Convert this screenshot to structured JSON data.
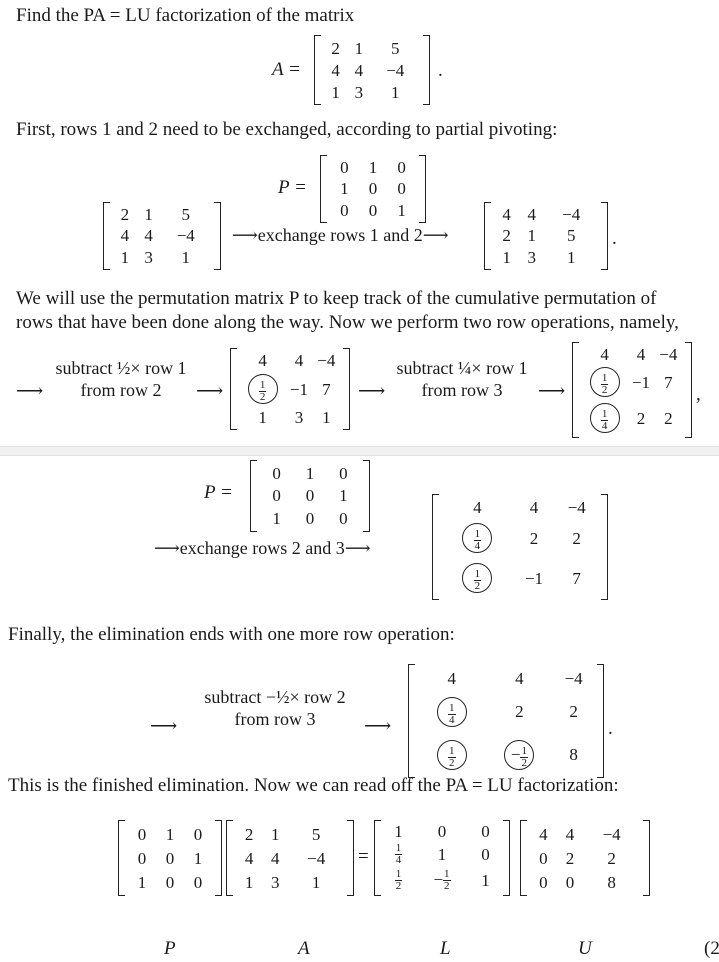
{
  "intro": "Find the PA = LU factorization of the matrix",
  "matA_label": "A =",
  "matA": [
    [
      "2",
      "1",
      "5"
    ],
    [
      "4",
      "4",
      "−4"
    ],
    [
      "1",
      "3",
      "1"
    ]
  ],
  "period": ".",
  "step1_text": "First, rows 1 and 2 need to be exchanged, according to partial pivoting:",
  "p_label": "P =",
  "P1": [
    [
      "0",
      "1",
      "0"
    ],
    [
      "1",
      "0",
      "0"
    ],
    [
      "0",
      "0",
      "1"
    ]
  ],
  "exchange12": "⟶exchange rows 1 and 2⟶",
  "A_swapped": [
    [
      "4",
      "4",
      "−4"
    ],
    [
      "2",
      "1",
      "5"
    ],
    [
      "1",
      "3",
      "1"
    ]
  ],
  "para2_line1": "We will use the permutation matrix P to keep track of the cumulative permutation of",
  "para2_line2": "rows that have been done along the way. Now we perform two row operations, namely,",
  "arrow": "⟶",
  "op1_line1": "subtract ½× row 1",
  "op1_line2": "from row 2",
  "op2_line1": "subtract ¼× row 1",
  "op2_line2": "from row 3",
  "M1": [
    [
      "4",
      "4",
      "−4"
    ],
    [
      "1/2",
      "−1",
      "7"
    ],
    [
      "1",
      "3",
      "1"
    ]
  ],
  "M2": [
    [
      "4",
      "4",
      "−4"
    ],
    [
      "1/2",
      "−1",
      "7"
    ],
    [
      "1/4",
      "2",
      "2"
    ]
  ],
  "comma": ",",
  "P2": [
    [
      "0",
      "1",
      "0"
    ],
    [
      "0",
      "0",
      "1"
    ],
    [
      "1",
      "0",
      "0"
    ]
  ],
  "exchange23": "⟶exchange rows 2 and 3⟶",
  "M3": [
    [
      "4",
      "4",
      "−4"
    ],
    [
      "1/4",
      "2",
      "2"
    ],
    [
      "1/2",
      "−1",
      "7"
    ]
  ],
  "finally_text": "Finally, the elimination ends with one more row operation:",
  "op3_line1": "subtract −½× row 2",
  "op3_line2": "from row 3",
  "M4": [
    [
      "4",
      "4",
      "−4"
    ],
    [
      "1/4",
      "2",
      "2"
    ],
    [
      "1/2",
      "−1/2",
      "8"
    ]
  ],
  "finished_text": "This is the finished elimination. Now we can read off the PA = LU factorization:",
  "final_P": [
    [
      "0",
      "1",
      "0"
    ],
    [
      "0",
      "0",
      "1"
    ],
    [
      "1",
      "0",
      "0"
    ]
  ],
  "final_A": [
    [
      "2",
      "1",
      "5"
    ],
    [
      "4",
      "4",
      "−4"
    ],
    [
      "1",
      "3",
      "1"
    ]
  ],
  "equals": "=",
  "final_L": [
    [
      "1",
      "0",
      "0"
    ],
    [
      "1/4",
      "1",
      "0"
    ],
    [
      "1/2",
      "−1/2",
      "1"
    ]
  ],
  "final_U": [
    [
      "4",
      "4",
      "−4"
    ],
    [
      "0",
      "2",
      "2"
    ],
    [
      "0",
      "0",
      "8"
    ]
  ],
  "under_labels": {
    "P": "P",
    "A": "A",
    "L": "L",
    "U": "U"
  },
  "eq_number": "(2"
}
